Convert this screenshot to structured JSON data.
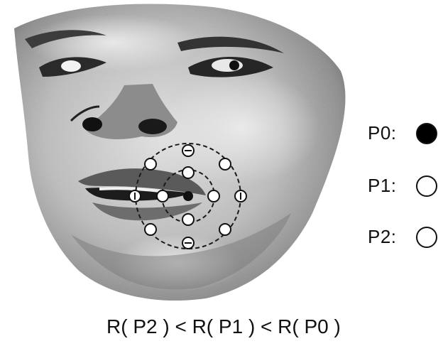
{
  "legend": [
    {
      "label": "P0:",
      "fill": "#000000"
    },
    {
      "label": "P1:",
      "fill": "#ffffff"
    },
    {
      "label": "P2:",
      "fill": "#ffffff"
    }
  ],
  "formula": "R( P2 ) < R( P1 ) < R( P0 )",
  "colors": {
    "ink": "#111111",
    "face_light": "#d9d9d9",
    "face_mid": "#9a9a9a",
    "face_dark": "#3a3a3a"
  }
}
